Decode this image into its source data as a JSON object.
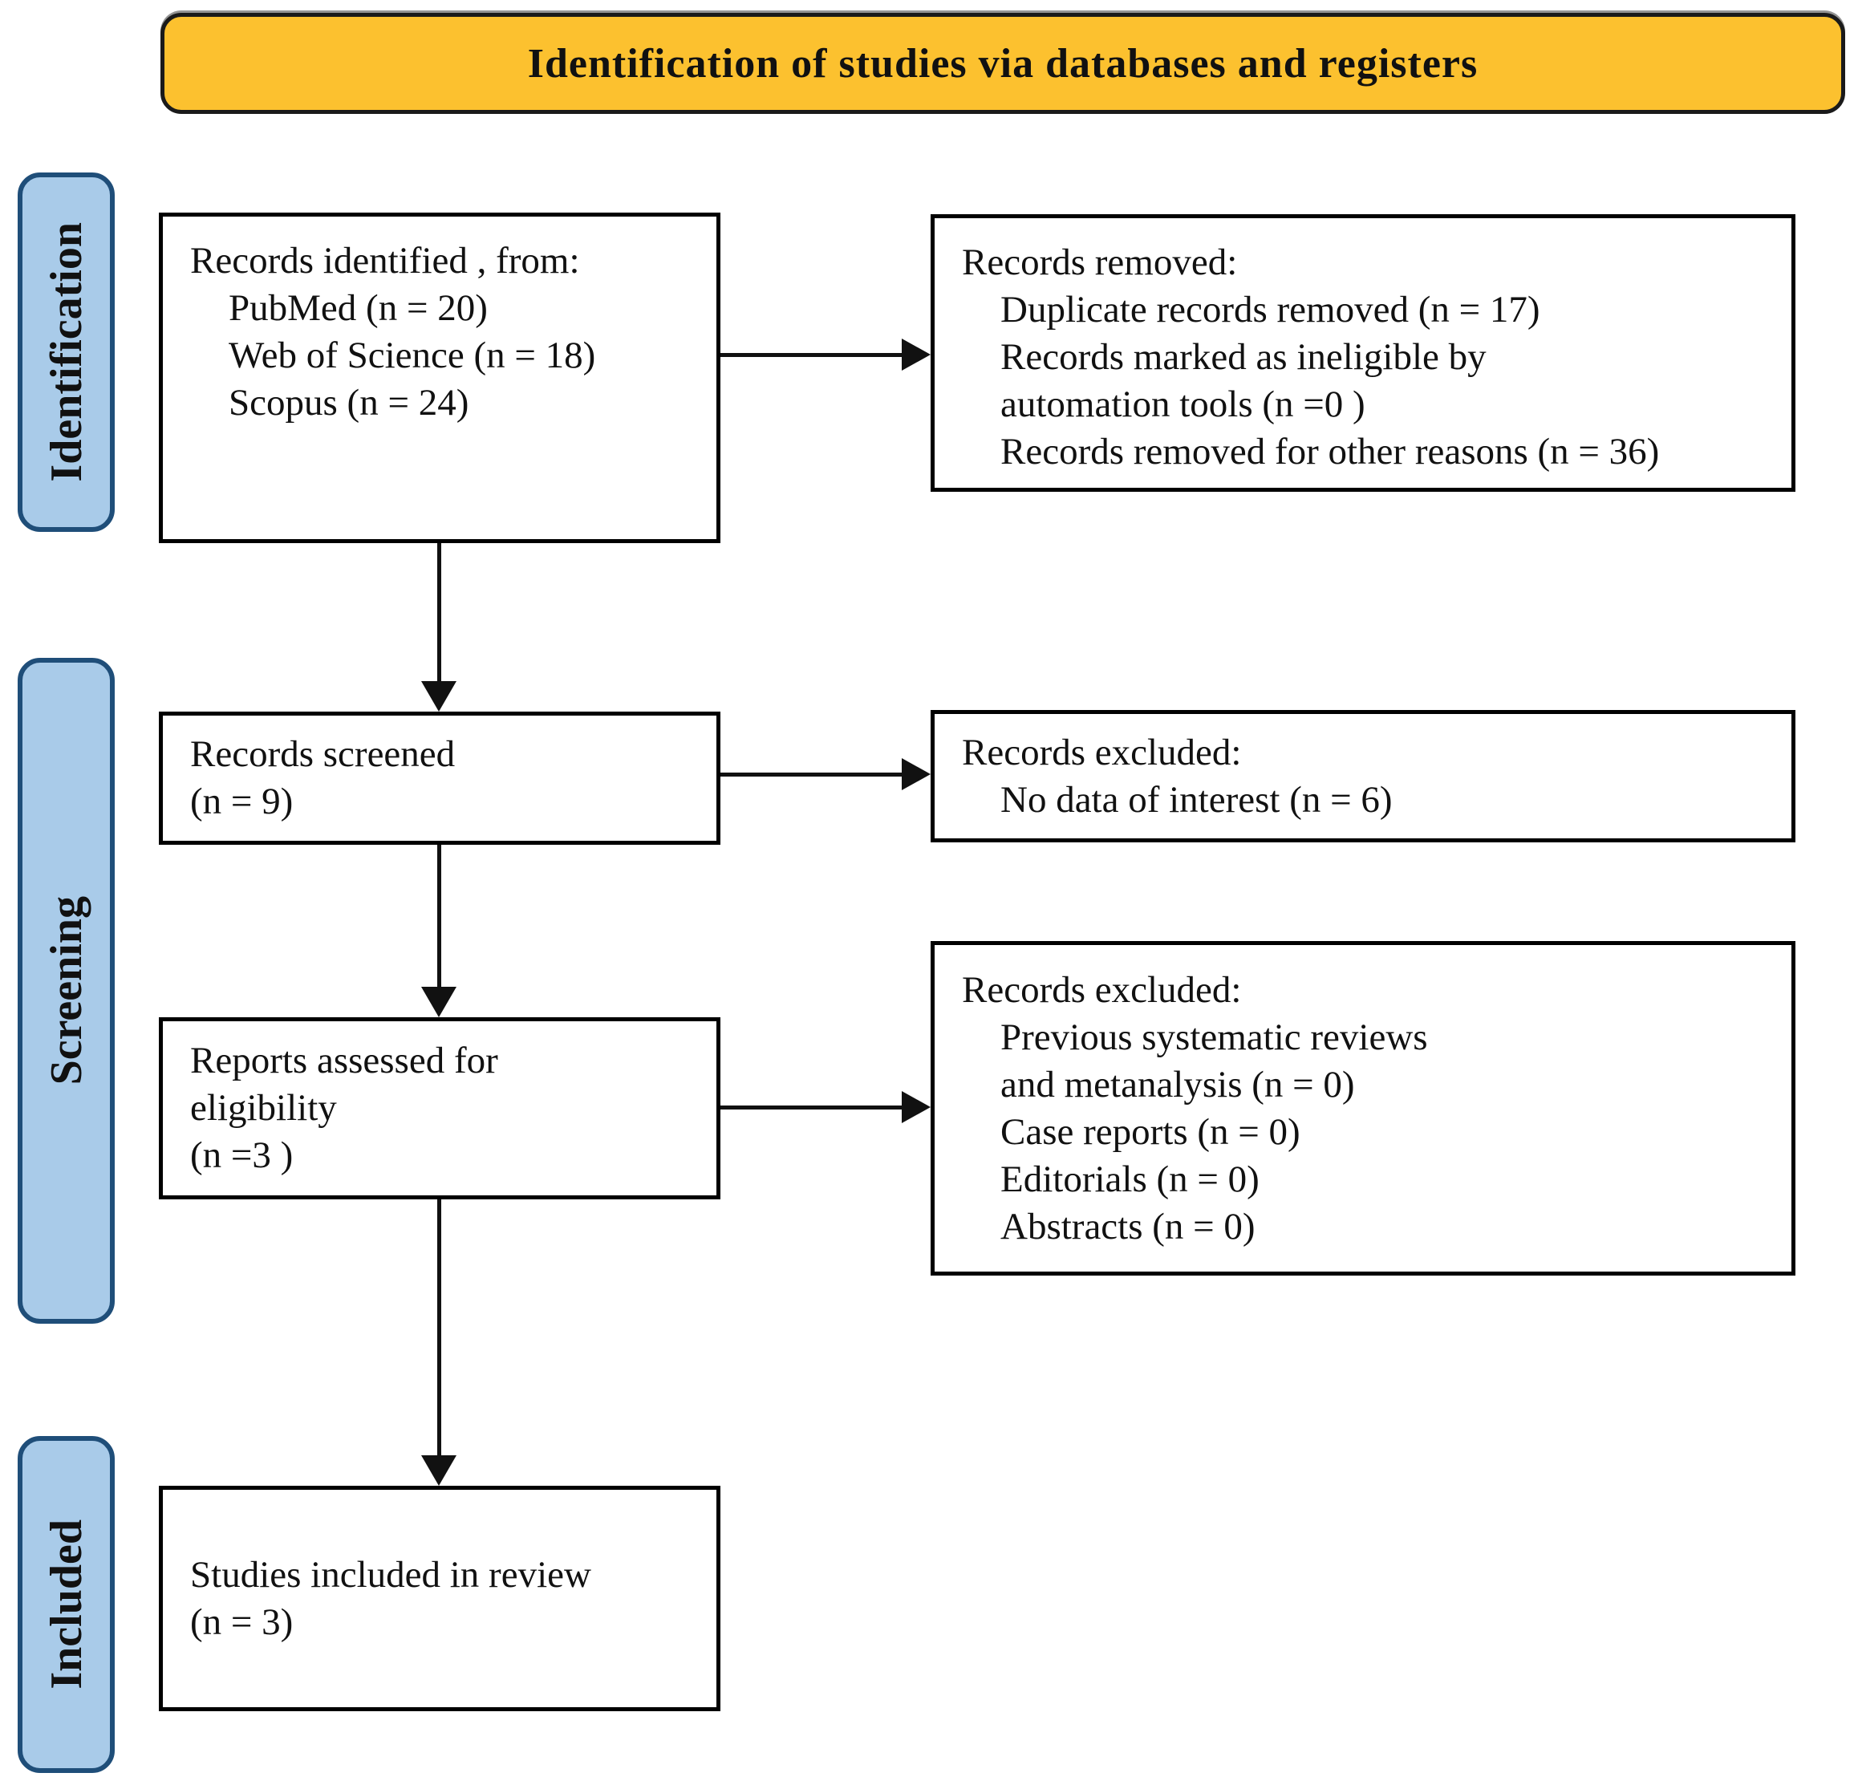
{
  "banner": {
    "title": "Identification of studies via databases and registers"
  },
  "stages": {
    "identification": "Identification",
    "screening": "Screening",
    "included": "Included"
  },
  "boxes": {
    "records_identified": {
      "line1": "Records identified , from:",
      "line2": "PubMed (n = 20)",
      "line3": "Web of Science (n = 18)",
      "line4": "Scopus (n = 24)"
    },
    "records_removed": {
      "line1": "Records removed:",
      "line2": "Duplicate records removed (n = 17)",
      "line3": "Records marked as ineligible by",
      "line4": "automation tools  (n =0 )",
      "line5": "Records removed for other reasons (n = 36)"
    },
    "records_screened": {
      "line1": "Records screened",
      "line2": "(n = 9)"
    },
    "records_excluded_screening": {
      "line1": "Records excluded:",
      "line2": "No data of interest (n = 6)"
    },
    "reports_assessed": {
      "line1": "Reports assessed for",
      "line2": "eligibility",
      "line3": "(n =3 )"
    },
    "records_excluded_eligibility": {
      "line1": "Records excluded:",
      "line2": "Previous systematic reviews",
      "line3": "and metanalysis (n = 0)",
      "line4": "Case reports (n = 0)",
      "line5": "Editorials (n = 0)",
      "line6": "Abstracts (n = 0)"
    },
    "studies_included": {
      "line1": "Studies included in review",
      "line2": "(n = 3)"
    }
  },
  "colors": {
    "banner_fill": "#FCC12F",
    "banner_border": "#1A1A1A",
    "stage_fill": "#A9CBE9",
    "stage_border": "#1F4E79",
    "box_border": "#000000",
    "arrow": "#111111"
  }
}
